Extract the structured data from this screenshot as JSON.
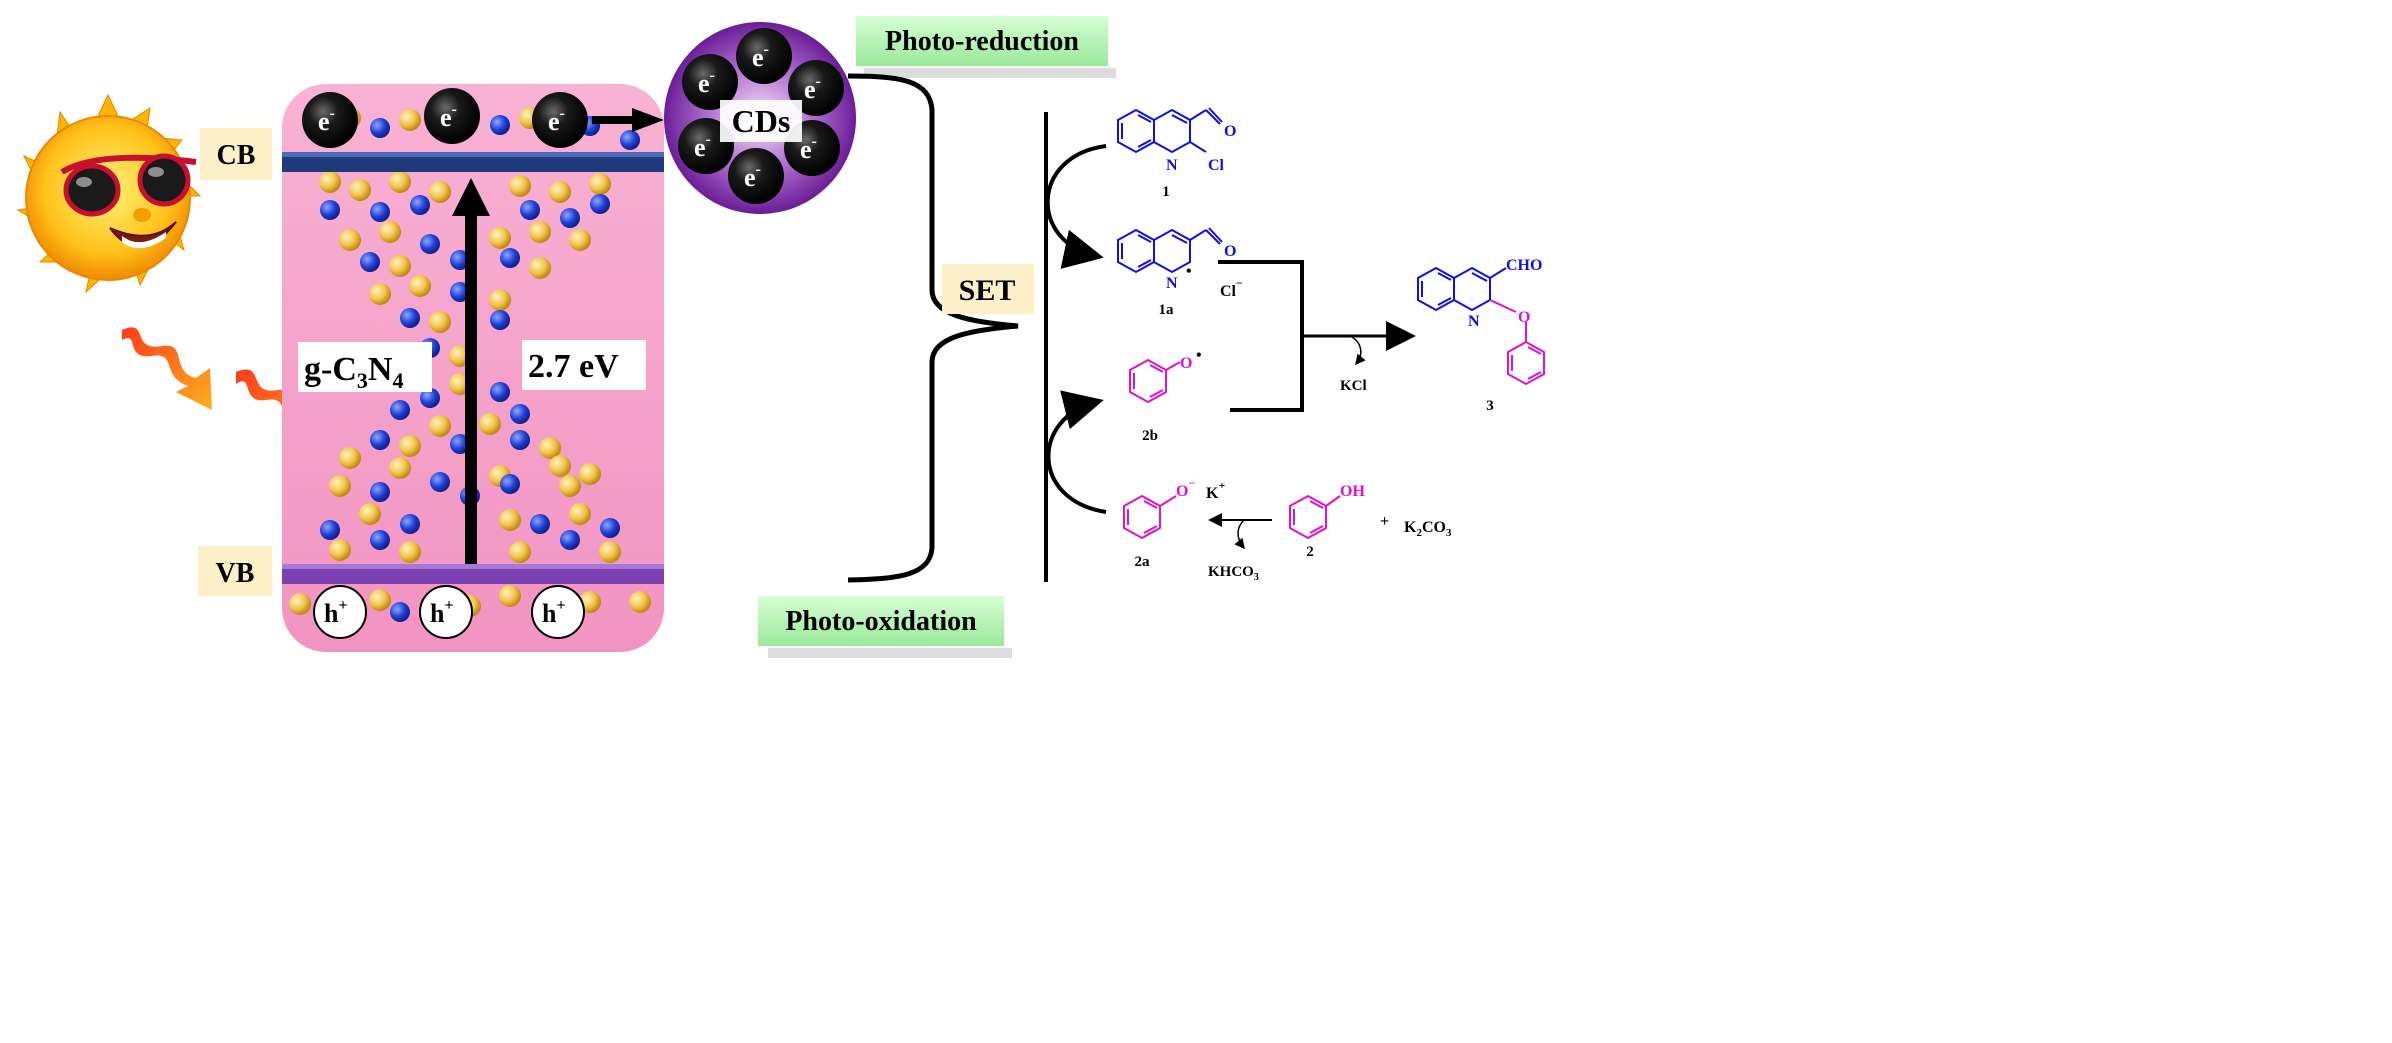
{
  "bands": {
    "cb": "CB",
    "vb": "VB"
  },
  "material": {
    "prefix": "g-C",
    "sub1": "3",
    "mid": "N",
    "sub2": "4"
  },
  "band_gap": "2.7 eV",
  "electron": {
    "base": "e",
    "sup": "-"
  },
  "hole": {
    "base": "h",
    "sup": "+"
  },
  "cds_label": "CDs",
  "photo_reduction": "Photo-reduction",
  "photo_oxidation": "Photo-oxidation",
  "set_label": "SET",
  "compounds": {
    "c1": "1",
    "c1a": "1a",
    "c2b": "2b",
    "c2a": "2a",
    "c2": "2",
    "c3": "3",
    "o_label": "O",
    "cl_label": "Cl",
    "n_label": "N",
    "cho_label": "CHO",
    "oh_label": "OH",
    "cl_ion": "Cl",
    "cl_ion_sup": "−",
    "o_anion": "O",
    "o_anion_sup": "−",
    "k_ion": "K",
    "k_ion_sup": "+",
    "radical_dot": "•"
  },
  "reagents": {
    "plus": "+",
    "k2co3": {
      "a": "K",
      "s1": "2",
      "b": "CO",
      "s2": "3"
    },
    "khco3": {
      "a": "KHCO",
      "s1": "3"
    },
    "kcl": "KCl"
  },
  "colors": {
    "panel_pink": "#f5a0c8",
    "band_cb": "#1f3a7a",
    "band_vb": "#7a3fb0",
    "nitrogen_blue": "#2040d8",
    "carbon_gold": "#f2c34a",
    "cds_purple": "#8a3fb0",
    "label_bg": "#fdf0c8",
    "green_label": "#b4f0b4",
    "blue_struct": "#1010e0",
    "magenta_struct": "#e010d0"
  }
}
